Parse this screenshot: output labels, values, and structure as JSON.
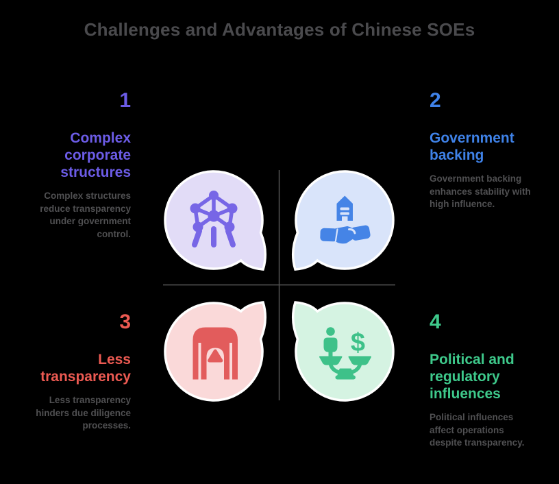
{
  "title": "Challenges and Advantages of Chinese SOEs",
  "colors": {
    "background": "#000000",
    "title-text": "#4a4a4d",
    "body-text": "#505052",
    "divider": "#4f4f4f",
    "bubble-border": "#ffffff",
    "purple-accent": "#6c5ce7",
    "purple-icon": "#7766e6",
    "purple-bubble": "#e2dcf7",
    "blue-accent": "#3f82e8",
    "blue-icon": "#4584e6",
    "blue-bubble": "#d9e4fa",
    "red-accent": "#ec5a52",
    "red-icon": "#e25c5c",
    "red-bubble": "#fad9d9",
    "green-accent": "#3ec98b",
    "green-icon": "#3ec189",
    "green-bubble": "#d5f3e2"
  },
  "items": [
    {
      "number": "1",
      "heading": "Complex corporate structures",
      "description": "Complex structures reduce transparency under government control.",
      "icon": "atomium-structure-icon"
    },
    {
      "number": "2",
      "heading": "Government backing",
      "description": "Government backing enhances stability with high influence.",
      "icon": "building-handshake-icon"
    },
    {
      "number": "3",
      "heading": "Less transparency",
      "description": "Less transparency hinders due diligence processes.",
      "icon": "archway-gate-icon"
    },
    {
      "number": "4",
      "heading": "Political and regulatory influences",
      "description": "Political influences affect operations despite transparency.",
      "icon": "person-money-scale-icon"
    }
  ],
  "icons": {
    "dollar_glyph": "$"
  }
}
